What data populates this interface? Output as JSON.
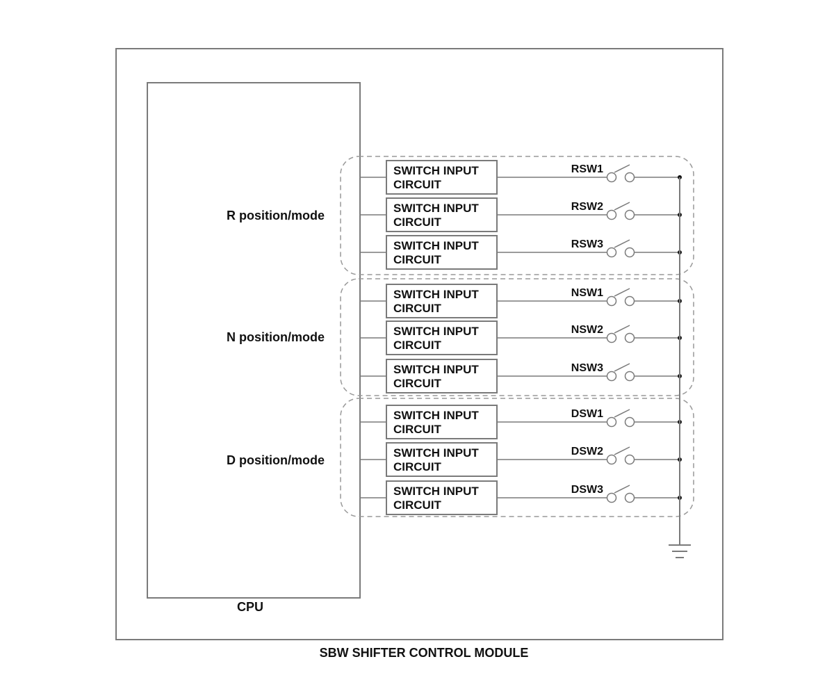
{
  "module_label": "SBW SHIFTER CONTROL MODULE",
  "cpu_label": "CPU",
  "box_line1": "SWITCH INPUT",
  "box_line2": "CIRCUIT",
  "groups": [
    {
      "label": "R position/mode",
      "switches": [
        "RSW1",
        "RSW2",
        "RSW3"
      ]
    },
    {
      "label": "N position/mode",
      "switches": [
        "NSW1",
        "NSW2",
        "NSW3"
      ]
    },
    {
      "label": "D position/mode",
      "switches": [
        "DSW1",
        "DSW2",
        "DSW3"
      ]
    }
  ],
  "colors": {
    "line": "#7a7a7a",
    "dash": "#999999",
    "text": "#111111",
    "node": "#111111"
  }
}
